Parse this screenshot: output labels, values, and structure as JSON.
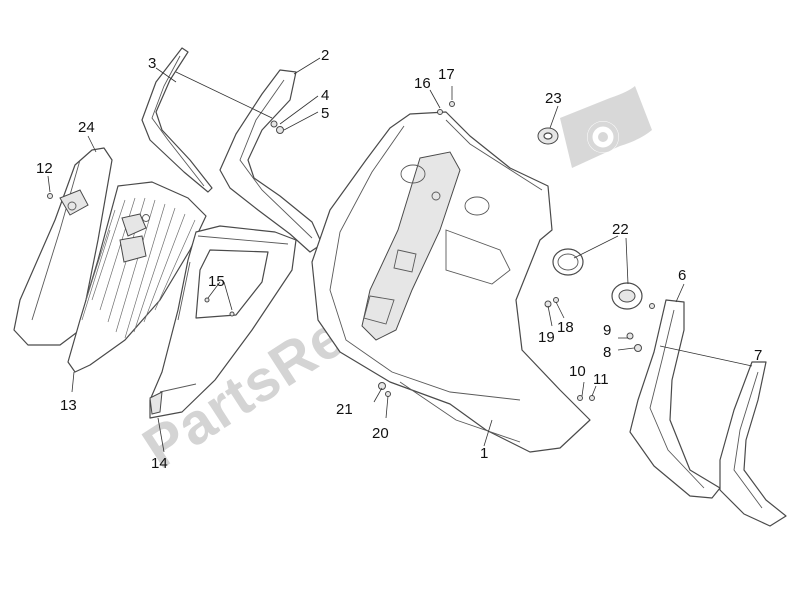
{
  "diagram": {
    "watermark_text": "PartsRepublik",
    "watermark_color": "#d4d4d4",
    "line_color": "#4a4a4a",
    "callouts": [
      "1",
      "2",
      "3",
      "4",
      "5",
      "6",
      "7",
      "8",
      "9",
      "10",
      "11",
      "12",
      "13",
      "14",
      "15",
      "16",
      "17",
      "18",
      "19",
      "20",
      "21",
      "22",
      "23",
      "24"
    ],
    "icons": {
      "watermark_logo": "gear-flag-logo-icon"
    }
  }
}
